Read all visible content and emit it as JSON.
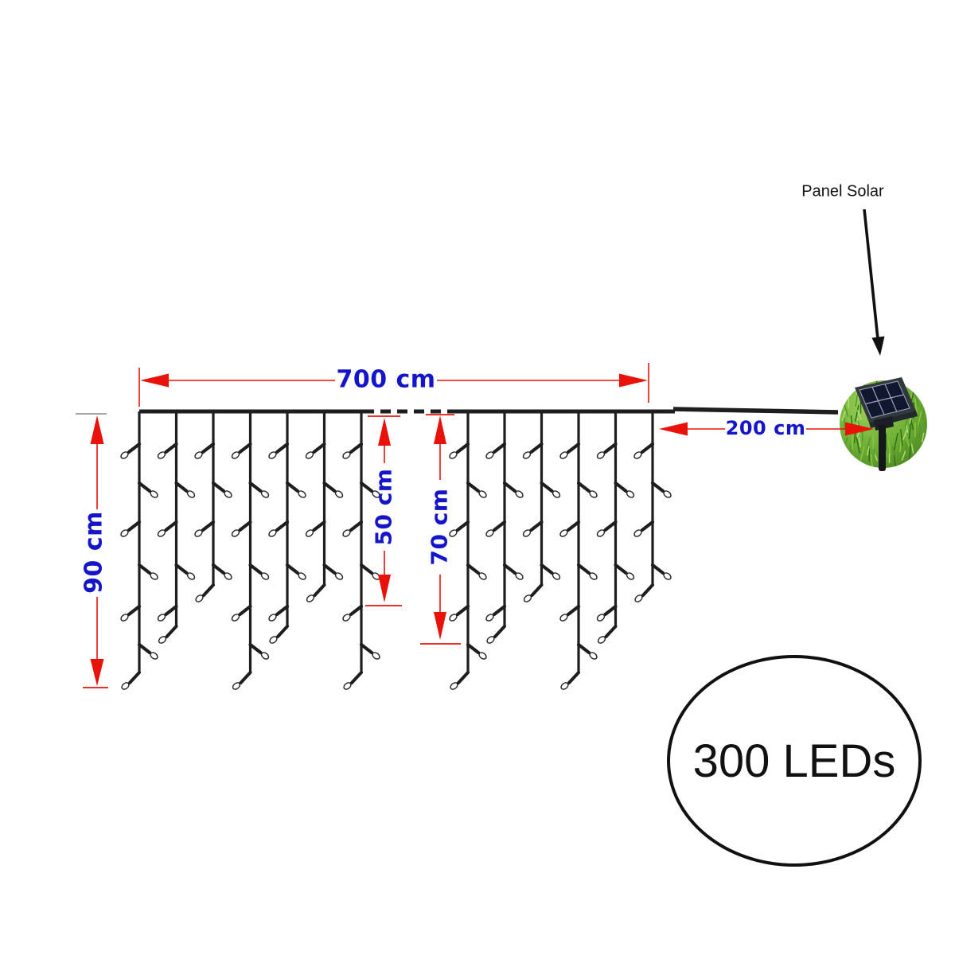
{
  "labels": {
    "width": "700 cm",
    "height": "90 cm",
    "drop_inner_short": "50 cm",
    "drop_inner_long": "70 cm",
    "lead_length": "200 cm",
    "panel": "Panel Solar",
    "led_count": "300 LEDs"
  },
  "diagram": {
    "type": "product-dimension-diagram",
    "curtain_width_cm": 700,
    "curtain_height_cm": 90,
    "icicle_drop_short_cm": 50,
    "icicle_drop_long_cm": 70,
    "lead_wire_cm": 200,
    "led_count": 300
  },
  "colors": {
    "dimension_red": "#e8120b",
    "label_blue": "#1414cb",
    "wire_black": "#1e1e1e",
    "extension_gray": "#999999",
    "grass_green": "#6cae35",
    "panel_cell_blue": "#121730"
  }
}
